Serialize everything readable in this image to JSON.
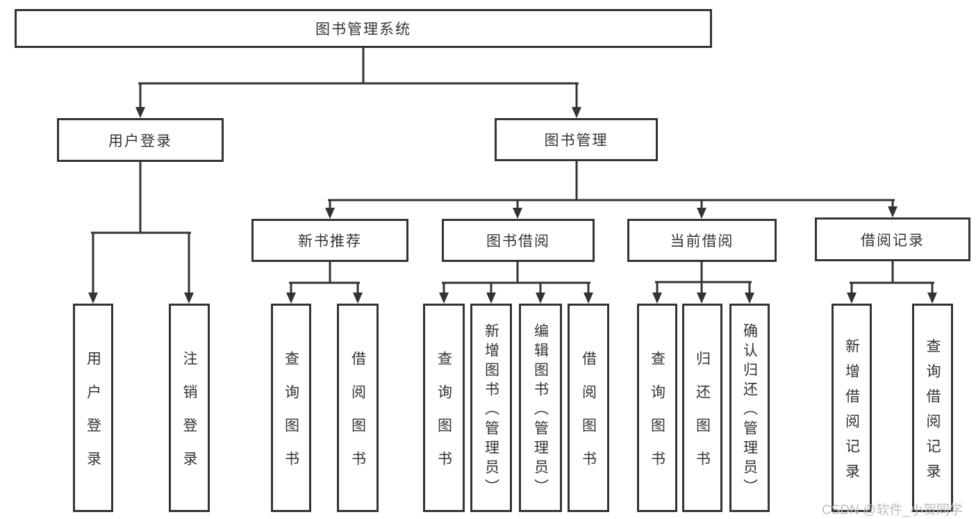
{
  "diagram": {
    "root": {
      "label": "图书管理系统",
      "children": [
        {
          "label": "用户登录",
          "children": [
            {
              "label": "用户登录"
            },
            {
              "label": "注销登录"
            }
          ]
        },
        {
          "label": "图书管理",
          "children": [
            {
              "label": "新书推荐",
              "children": [
                {
                  "label": "查询图书"
                },
                {
                  "label": "借阅图书"
                }
              ]
            },
            {
              "label": "图书借阅",
              "children": [
                {
                  "label": "查询图书"
                },
                {
                  "label": "新增图书（管理员）"
                },
                {
                  "label": "编辑图书（管理员）"
                },
                {
                  "label": "借阅图书"
                }
              ]
            },
            {
              "label": "当前借阅",
              "children": [
                {
                  "label": "查询图书"
                },
                {
                  "label": "归还图书"
                },
                {
                  "label": "确认归还（管理员）"
                }
              ]
            },
            {
              "label": "借阅记录",
              "children": [
                {
                  "label": "新增借阅记录"
                },
                {
                  "label": "查询借阅记录"
                }
              ]
            }
          ]
        }
      ]
    }
  },
  "watermark": {
    "text": "CSDN @软件_小贺同学"
  },
  "colors": {
    "line": "#333333",
    "box_border": "#333333",
    "box_bg": "#ffffff",
    "text": "#333333",
    "watermark": "#bdbdbd"
  }
}
